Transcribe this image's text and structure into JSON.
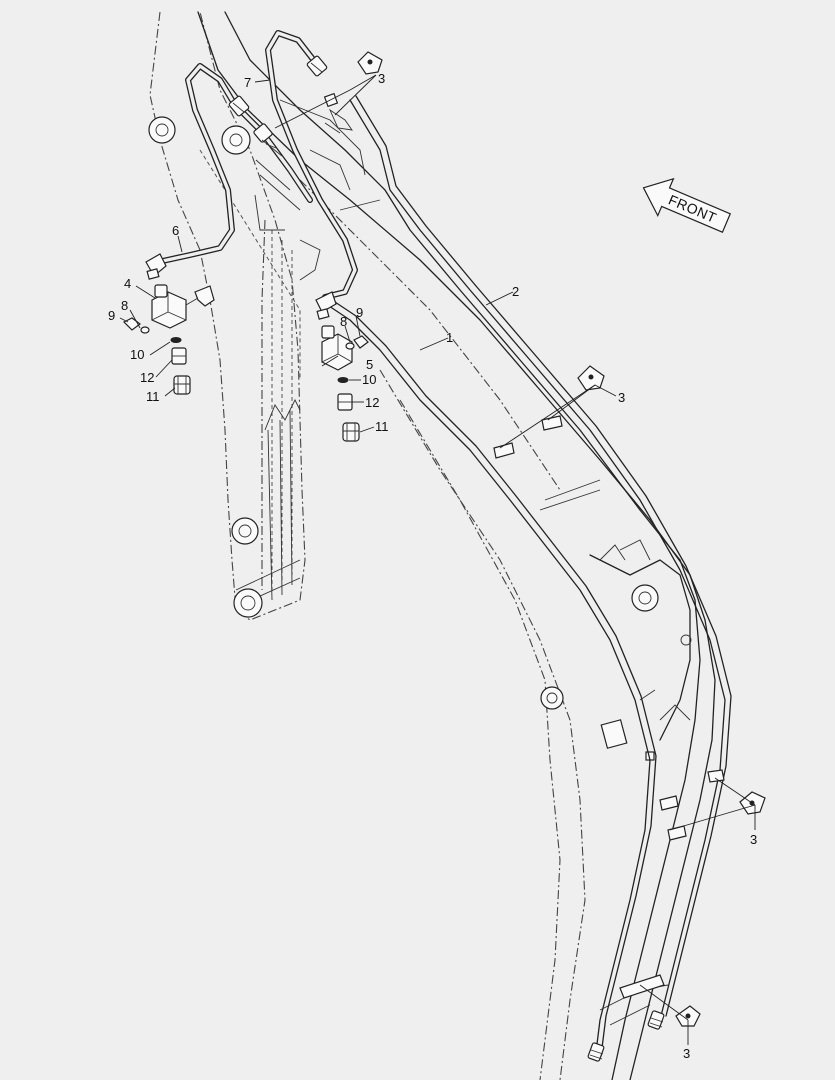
{
  "front_label": "FRONT",
  "callouts": [
    {
      "id": "c1",
      "text": "1"
    },
    {
      "id": "c2",
      "text": "2"
    },
    {
      "id": "c3a",
      "text": "3"
    },
    {
      "id": "c3b",
      "text": "3"
    },
    {
      "id": "c3c",
      "text": "3"
    },
    {
      "id": "c3d",
      "text": "3"
    },
    {
      "id": "c4",
      "text": "4"
    },
    {
      "id": "c5",
      "text": "5"
    },
    {
      "id": "c6",
      "text": "6"
    },
    {
      "id": "c7",
      "text": "7"
    },
    {
      "id": "c8a",
      "text": "8"
    },
    {
      "id": "c8b",
      "text": "8"
    },
    {
      "id": "c9a",
      "text": "9"
    },
    {
      "id": "c9b",
      "text": "9"
    },
    {
      "id": "c10a",
      "text": "10"
    },
    {
      "id": "c10b",
      "text": "10"
    },
    {
      "id": "c11a",
      "text": "11"
    },
    {
      "id": "c11b",
      "text": "11"
    },
    {
      "id": "c12a",
      "text": "12"
    },
    {
      "id": "c12b",
      "text": "12"
    }
  ]
}
